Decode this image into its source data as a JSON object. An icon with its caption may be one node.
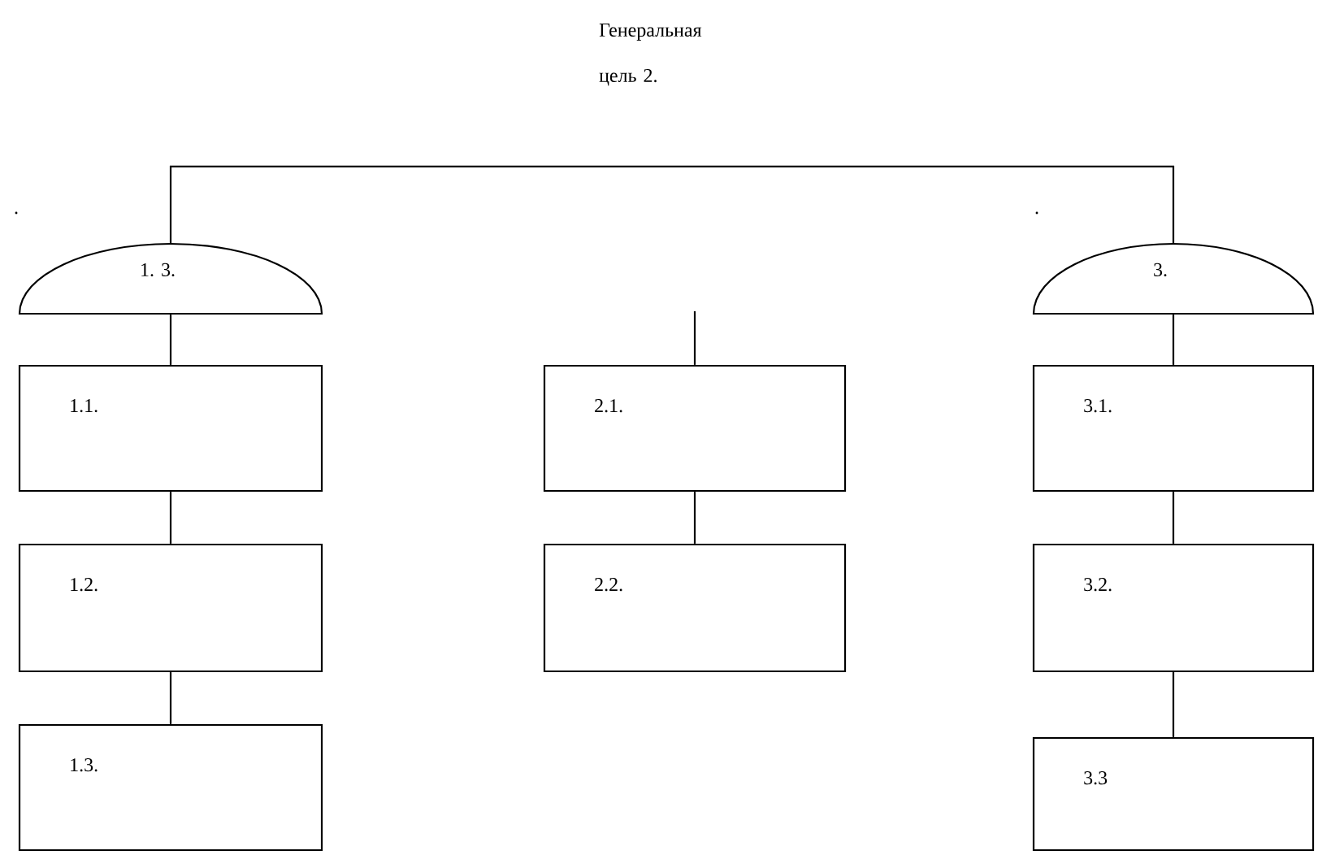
{
  "diagram": {
    "nodes": [
      {
        "text": [
          "Генеральная цель 2."
        ]
      },
      {
        "text": [
          "1. 3."
        ]
      },
      {
        "text": [
          "3."
        ]
      },
      {
        "text": [
          "1.1."
        ]
      },
      {
        "text": [
          "2.1."
        ]
      },
      {
        "text": [
          "3.1."
        ]
      },
      {
        "text": [
          "1.2."
        ]
      },
      {
        "text": [
          "2.2."
        ]
      },
      {
        "text": [
          "3.2."
        ]
      },
      {
        "text": [
          "1.3."
        ]
      },
      {
        "text": [
          "3.3"
        ]
      }
    ],
    "edges": [
      {
        "from": 1,
        "to": 2,
        "arrow": "none"
      },
      {
        "from": 1,
        "to": 3,
        "arrow": "none"
      },
      {
        "from": 3,
        "to": 6,
        "arrow": "none"
      },
      {
        "from": 6,
        "to": 9,
        "arrow": "none"
      },
      {
        "from": null,
        "to": 4,
        "arrow": "none"
      },
      {
        "from": 4,
        "to": 7,
        "arrow": "none"
      },
      {
        "from": 2,
        "to": 5,
        "arrow": "none"
      },
      {
        "from": 5,
        "to": 8,
        "arrow": "none"
      },
      {
        "from": 8,
        "to": 10,
        "arrow": "none"
      }
    ],
    "labels": [
      ".",
      "."
    ]
  }
}
